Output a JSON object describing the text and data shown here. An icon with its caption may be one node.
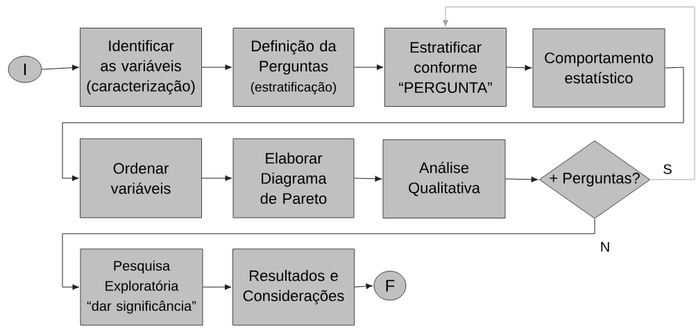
{
  "diagram": {
    "nodes": [
      {
        "text": [
          "I"
        ]
      },
      {
        "text": [
          "Identificar as variáveis (caracterização)"
        ]
      },
      {
        "text": [
          "Definição da Perguntas",
          "(estratificação)"
        ]
      },
      {
        "text": [
          "Estratificar conforme “PERGUNTA”"
        ]
      },
      {
        "text": [
          "Comportamento estatístico"
        ]
      },
      {
        "text": [
          "Ordenar variáveis"
        ]
      },
      {
        "text": [
          "Elaborar Diagrama de Pareto"
        ]
      },
      {
        "text": [
          "Análise Qualitativa"
        ]
      },
      {
        "text": [
          "+ Perguntas?"
        ]
      },
      {
        "text": [
          "Pesquisa Exploratória “dar significância”"
        ]
      },
      {
        "text": [
          "Resultados e Considerações"
        ]
      },
      {
        "text": [
          "F"
        ]
      }
    ],
    "edges": [
      {
        "from": 0,
        "to": 1,
        "arrow": "to"
      },
      {
        "from": 1,
        "to": 2,
        "arrow": "to"
      },
      {
        "from": 2,
        "to": 3,
        "arrow": "to"
      },
      {
        "from": 3,
        "to": 4,
        "arrow": "to"
      },
      {
        "from": 4,
        "to": 5,
        "arrow": "to"
      },
      {
        "from": 5,
        "to": 6,
        "arrow": "to"
      },
      {
        "from": 6,
        "to": 7,
        "arrow": "to"
      },
      {
        "from": 7,
        "to": 8,
        "arrow": "to"
      },
      {
        "from": 8,
        "to": 3,
        "arrow": "to",
        "label": "S",
        "color": "#a6a6a6"
      },
      {
        "from": 8,
        "to": 9,
        "arrow": "to",
        "label": "N"
      },
      {
        "from": 9,
        "to": 10,
        "arrow": "to"
      },
      {
        "from": 10,
        "to": 11,
        "arrow": "to"
      }
    ]
  }
}
